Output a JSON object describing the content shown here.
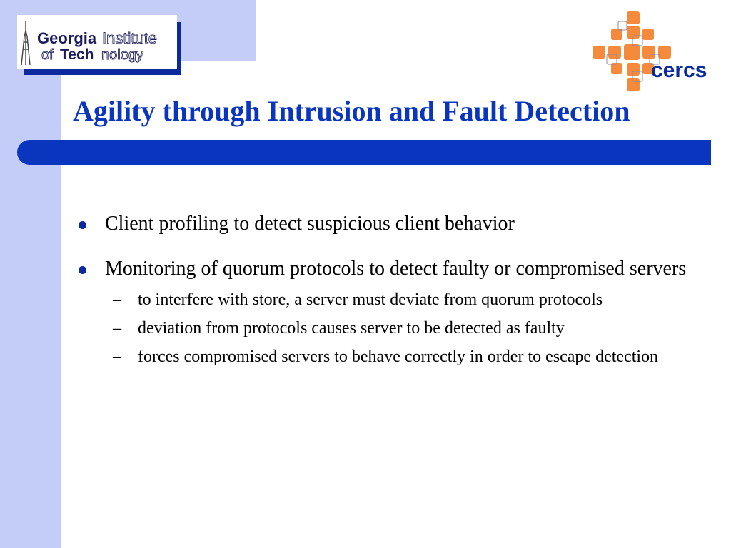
{
  "slide": {
    "title": "Agility through Intrusion and Fault Detection",
    "logo_left": {
      "line1_bold": "Georgia",
      "line1_outline": "Institute",
      "line2_outline_a": "of",
      "line2_bold": "Tech",
      "line2_outline_b": "nology"
    },
    "logo_right": {
      "text": "cercs"
    },
    "bullets": [
      {
        "text": "Client profiling to detect suspicious client behavior",
        "subs": []
      },
      {
        "text": "Monitoring of quorum protocols to detect faulty or compromised servers",
        "subs": [
          {
            "text": "to interfere with store, a server must deviate from quorum protocols"
          },
          {
            "text": "deviation from protocols causes server to be detected as faulty"
          },
          {
            "text": "forces compromised servers to behave correctly in order to escape detection"
          }
        ]
      }
    ],
    "colors": {
      "accent": "#0a36bf",
      "side_band": "#c3cdf7",
      "logo_orange": "#f58a3c",
      "logo_blue": "#0a2a9e"
    }
  }
}
